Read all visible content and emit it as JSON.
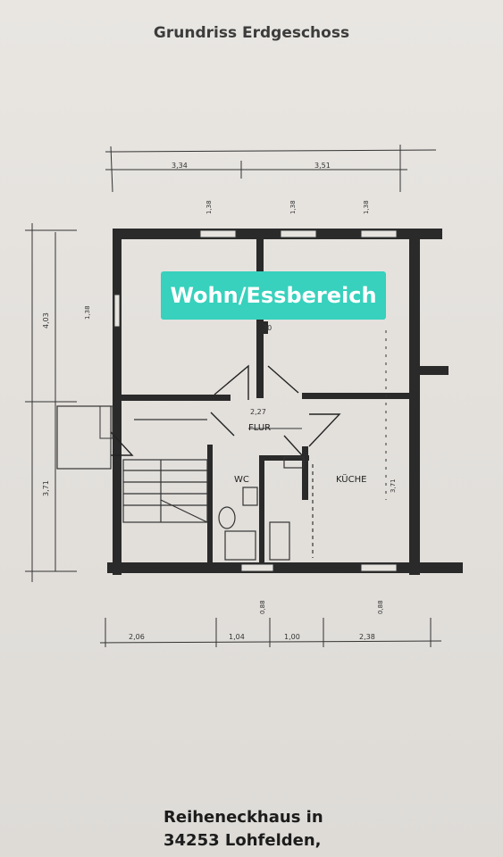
{
  "title": "Grundriss Erdgeschoss",
  "highlight_label": "Wohn/Essbereich",
  "rooms": {
    "flur": "FLUR",
    "wc": "WC",
    "kueche": "KÜCHE"
  },
  "dimensions": {
    "top": [
      "3,34",
      "3,51"
    ],
    "top_openings": [
      "1,38",
      "1,38",
      "1,38"
    ],
    "bottom": [
      "2,06",
      "1,04",
      "1,00",
      "2,38"
    ],
    "left_total": "4,03",
    "left_lower": "3,71",
    "right_lower": "3,71",
    "window_left": "1,38",
    "flur_width": "2,27",
    "chimney": "30",
    "bottom_openings": [
      "0,88",
      "0,88"
    ]
  },
  "footer": {
    "line1": "Reiheneckhaus in",
    "line2": "34253 Lohfelden,"
  }
}
